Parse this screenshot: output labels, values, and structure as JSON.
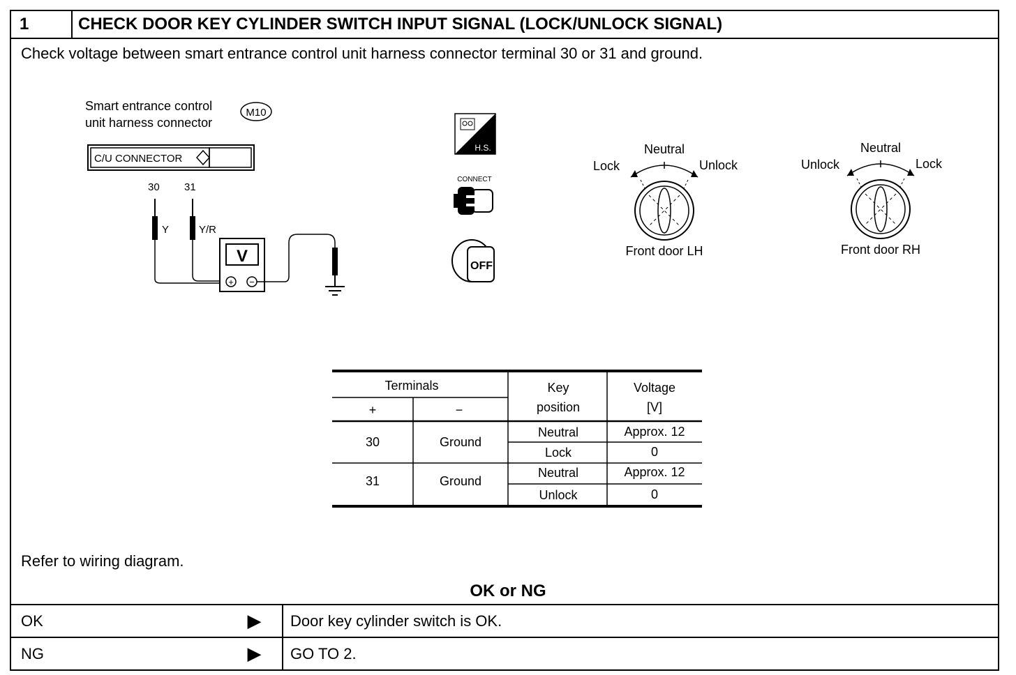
{
  "step": {
    "number": "1",
    "title": "CHECK DOOR KEY CYLINDER SWITCH INPUT SIGNAL (LOCK/UNLOCK SIGNAL)"
  },
  "instruction": "Check voltage between smart entrance control unit harness connector terminal 30 or 31 and ground.",
  "diagram": {
    "connector_label_line1": "Smart entrance control",
    "connector_label_line2": "unit harness connector",
    "connector_code": "M10",
    "connector_name": "C/U CONNECTOR",
    "terminal_a": "30",
    "terminal_b": "31",
    "wire_a": "Y",
    "wire_b": "Y/R",
    "meter_symbol": "V",
    "plus_symbol": "+",
    "minus_symbol": "−",
    "icon_hs": "H.S.",
    "icon_connect": "CONNECT",
    "icon_off": "OFF"
  },
  "cylinders": {
    "lh": {
      "neutral": "Neutral",
      "left": "Lock",
      "right": "Unlock",
      "caption": "Front door LH"
    },
    "rh": {
      "neutral": "Neutral",
      "left": "Unlock",
      "right": "Lock",
      "caption": "Front door RH"
    }
  },
  "spec_table": {
    "h_terminals": "Terminals",
    "h_plus": "+",
    "h_minus": "−",
    "h_key_1": "Key",
    "h_key_2": "position",
    "h_volt_1": "Voltage",
    "h_volt_2": "[V]",
    "rows": [
      {
        "plus": "30",
        "minus": "Ground",
        "pos1": "Neutral",
        "v1": "Approx. 12",
        "pos2": "Lock",
        "v2": "0"
      },
      {
        "plus": "31",
        "minus": "Ground",
        "pos1": "Neutral",
        "v1": "Approx. 12",
        "pos2": "Unlock",
        "v2": "0"
      }
    ]
  },
  "refer": "Refer to wiring diagram.",
  "ok_or_ng": "OK or NG",
  "results": [
    {
      "label": "OK",
      "arrow": "▶",
      "text": "Door key cylinder switch is OK."
    },
    {
      "label": "NG",
      "arrow": "▶",
      "text": "GO TO 2."
    }
  ]
}
